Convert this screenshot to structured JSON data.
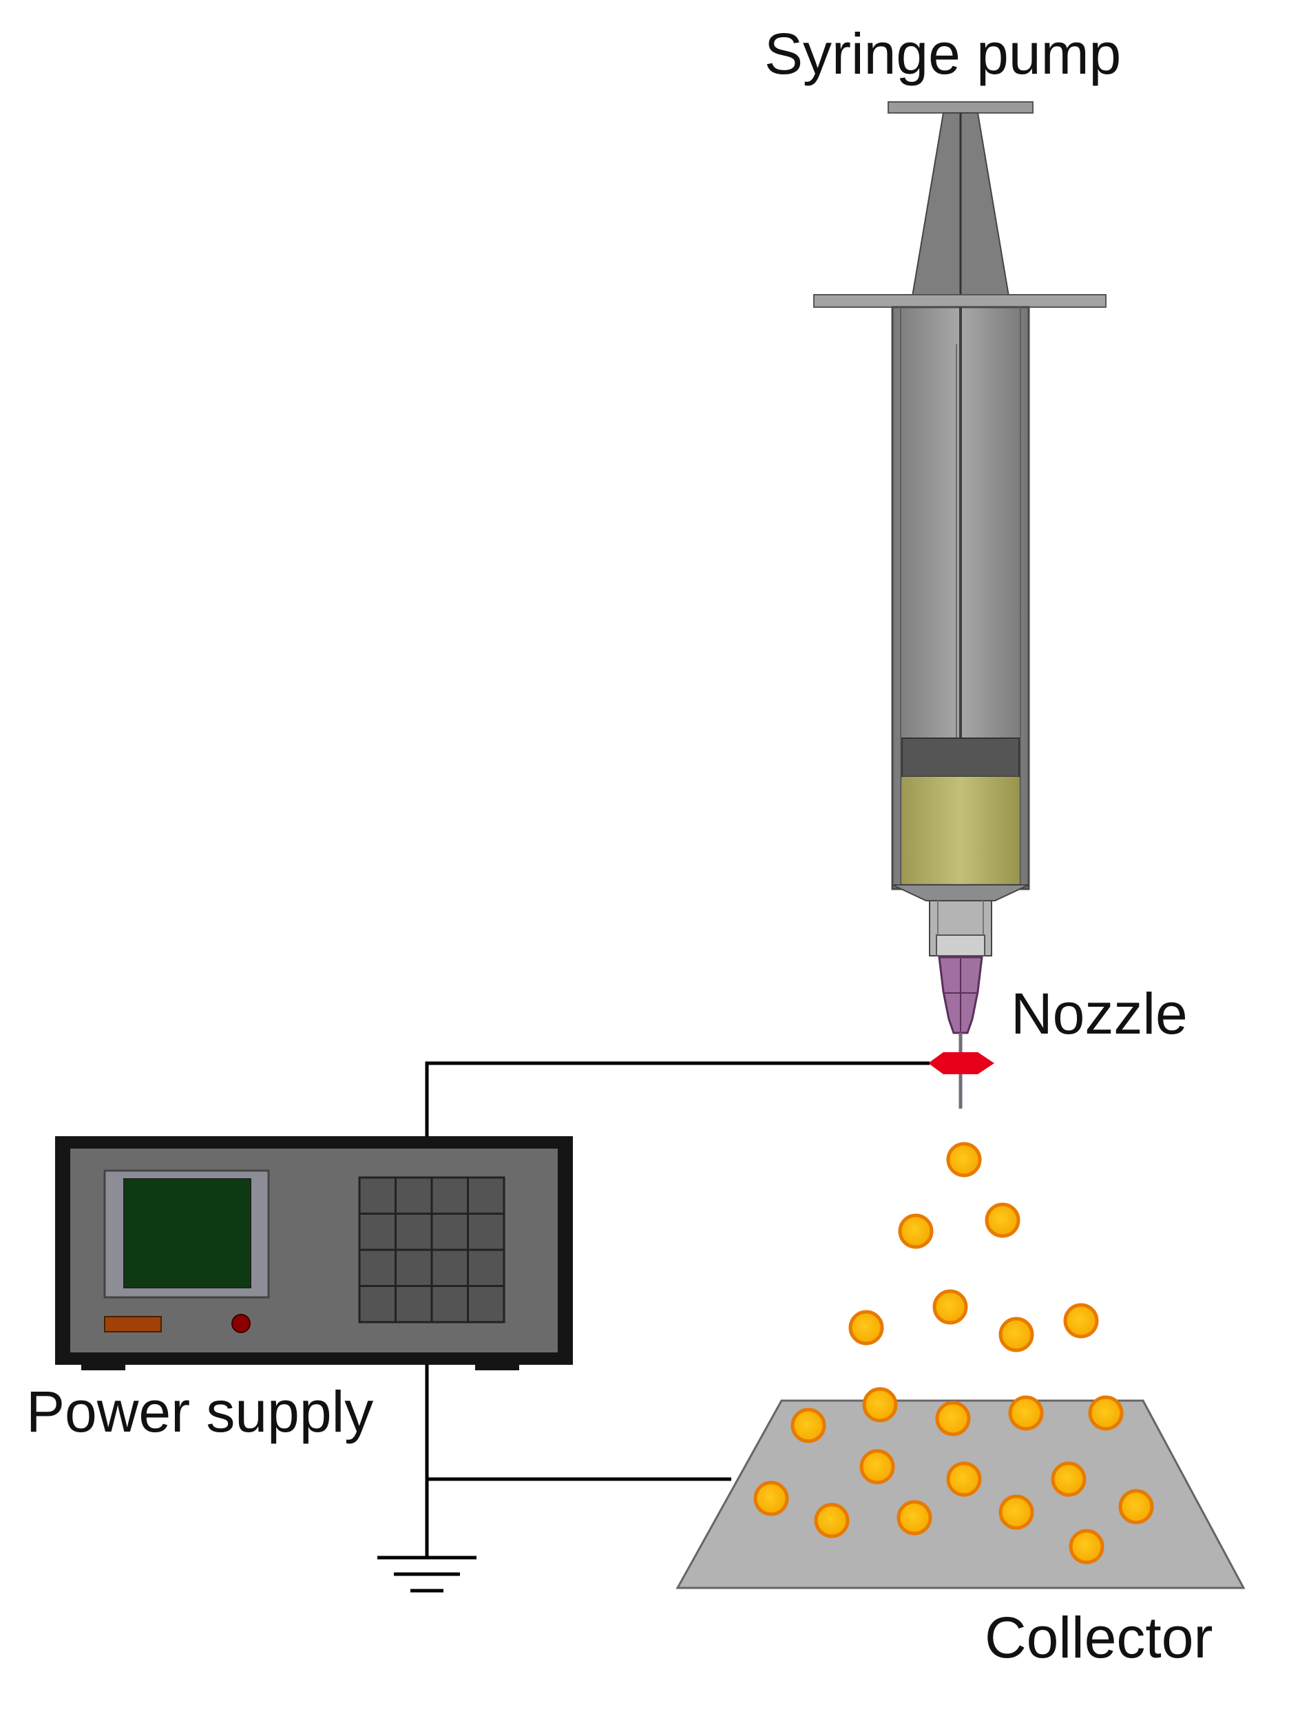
{
  "labels": {
    "syringe_pump": "Syringe pump",
    "nozzle": "Nozzle",
    "power_supply": "Power supply",
    "collector": "Collector"
  },
  "colors": {
    "syringe_body": "#8a8a8a",
    "liquid": "#b8b36a",
    "plunger_seal": "#555555",
    "nozzle_tip": "#9c6b9c",
    "nozzle_ring": "#e8001a",
    "wire": "#000000",
    "power_frame": "#1a1a1a",
    "power_panel": "#6b6b6b",
    "power_screen": "#0d3a12",
    "collector": "#b3b3b3",
    "droplet_fill": "#f7b500",
    "droplet_edge": "#e87a00"
  }
}
